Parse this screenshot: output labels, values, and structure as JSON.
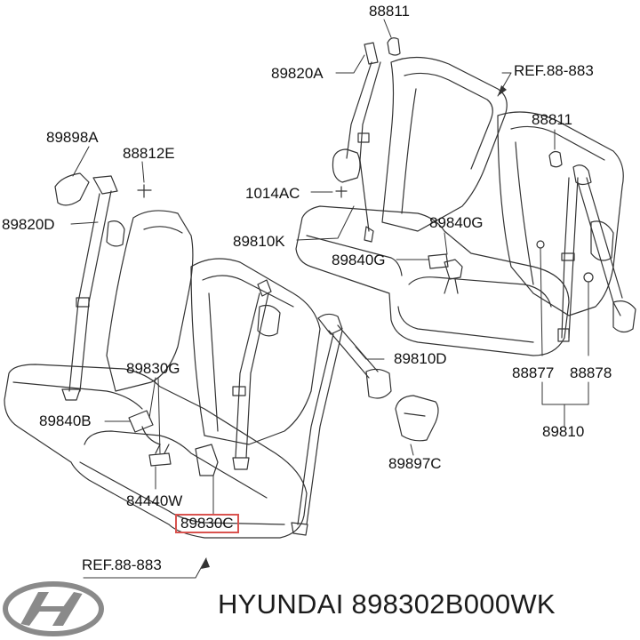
{
  "labels": {
    "p88811_top": "88811",
    "p89820A": "89820A",
    "ref_top": "REF.88-883",
    "p89898A": "89898A",
    "p88812E": "88812E",
    "p88811_right": "88811",
    "p1014AC": "1014AC",
    "p89820D": "89820D",
    "p89810K": "89810K",
    "p89840G_right": "89840G",
    "p89840G_mid": "89840G",
    "p89830G": "89830G",
    "p89810D": "89810D",
    "p88877": "88877",
    "p88878": "88878",
    "p89840B": "89840B",
    "p89810": "89810",
    "p89897C": "89897C",
    "p84440W": "84440W",
    "p89830C": "89830C",
    "ref_bottom": "REF.88-883"
  },
  "footer": {
    "brand_part": "HYUNDAI 898302B000WK"
  },
  "colors": {
    "line": "#333333",
    "highlight": "#d9534f",
    "logo": "#8a8a8a"
  },
  "icons": {
    "logo": "hyundai-logo-icon"
  }
}
